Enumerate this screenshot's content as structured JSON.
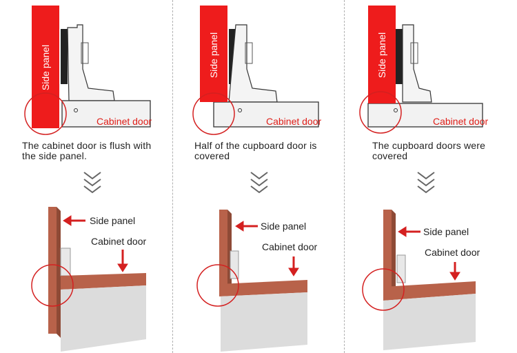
{
  "colors": {
    "side_panel": "#ee1c1c",
    "wood": "#b8624a",
    "door_face": "#dcdcdc",
    "callout": "#d42020",
    "chevron": "#666666",
    "label_red": "#e0201a"
  },
  "columns": [
    {
      "side_label": "Side panel",
      "door_label": "Cabinet door",
      "caption_line1": "The cabinet door is flush with",
      "caption_line2": "the side panel.",
      "photo_side_label": "Side panel",
      "photo_door_label": "Cabinet door"
    },
    {
      "side_label": "Side panel",
      "door_label": "Cabinet door",
      "caption_line1": "Half of the cupboard door is",
      "caption_line2": "covered",
      "photo_side_label": "Side panel",
      "photo_door_label": "Cabinet door"
    },
    {
      "side_label": "Side panel",
      "door_label": "Cabinet door",
      "caption_line1": "The cupboard doors were",
      "caption_line2": "covered",
      "photo_side_label": "Side panel",
      "photo_door_label": "Cabinet door"
    }
  ]
}
